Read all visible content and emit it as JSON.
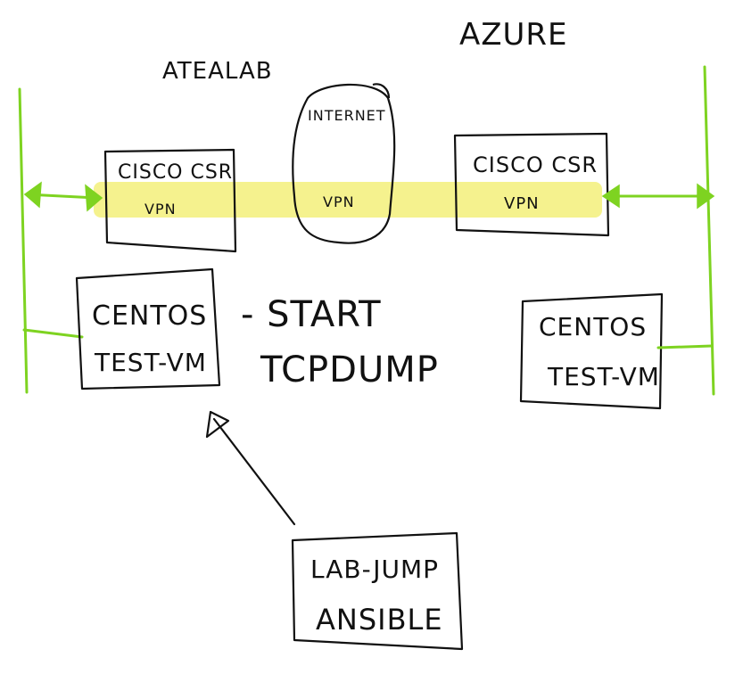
{
  "colors": {
    "network_line": "#7ed321",
    "vpn_highlight": "#f3f07a",
    "ink": "#111111"
  },
  "labels": {
    "site_left": "ATEALAB",
    "site_right": "AZURE",
    "internet": "INTERNET",
    "router_left_title": "CISCO CSR",
    "router_left_vpn": "VPN",
    "tunnel_vpn": "VPN",
    "router_right_title": "CISCO CSR",
    "router_right_vpn": "VPN",
    "vm_left_line1": "CENTOS",
    "vm_left_line2": "TEST-VM",
    "vm_right_line1": "CENTOS",
    "vm_right_line2": "TEST-VM",
    "note_line1": "- START",
    "note_line2": "TCPDUMP",
    "jump_line1": "LAB-JUMP",
    "jump_line2": "ANSIBLE"
  }
}
